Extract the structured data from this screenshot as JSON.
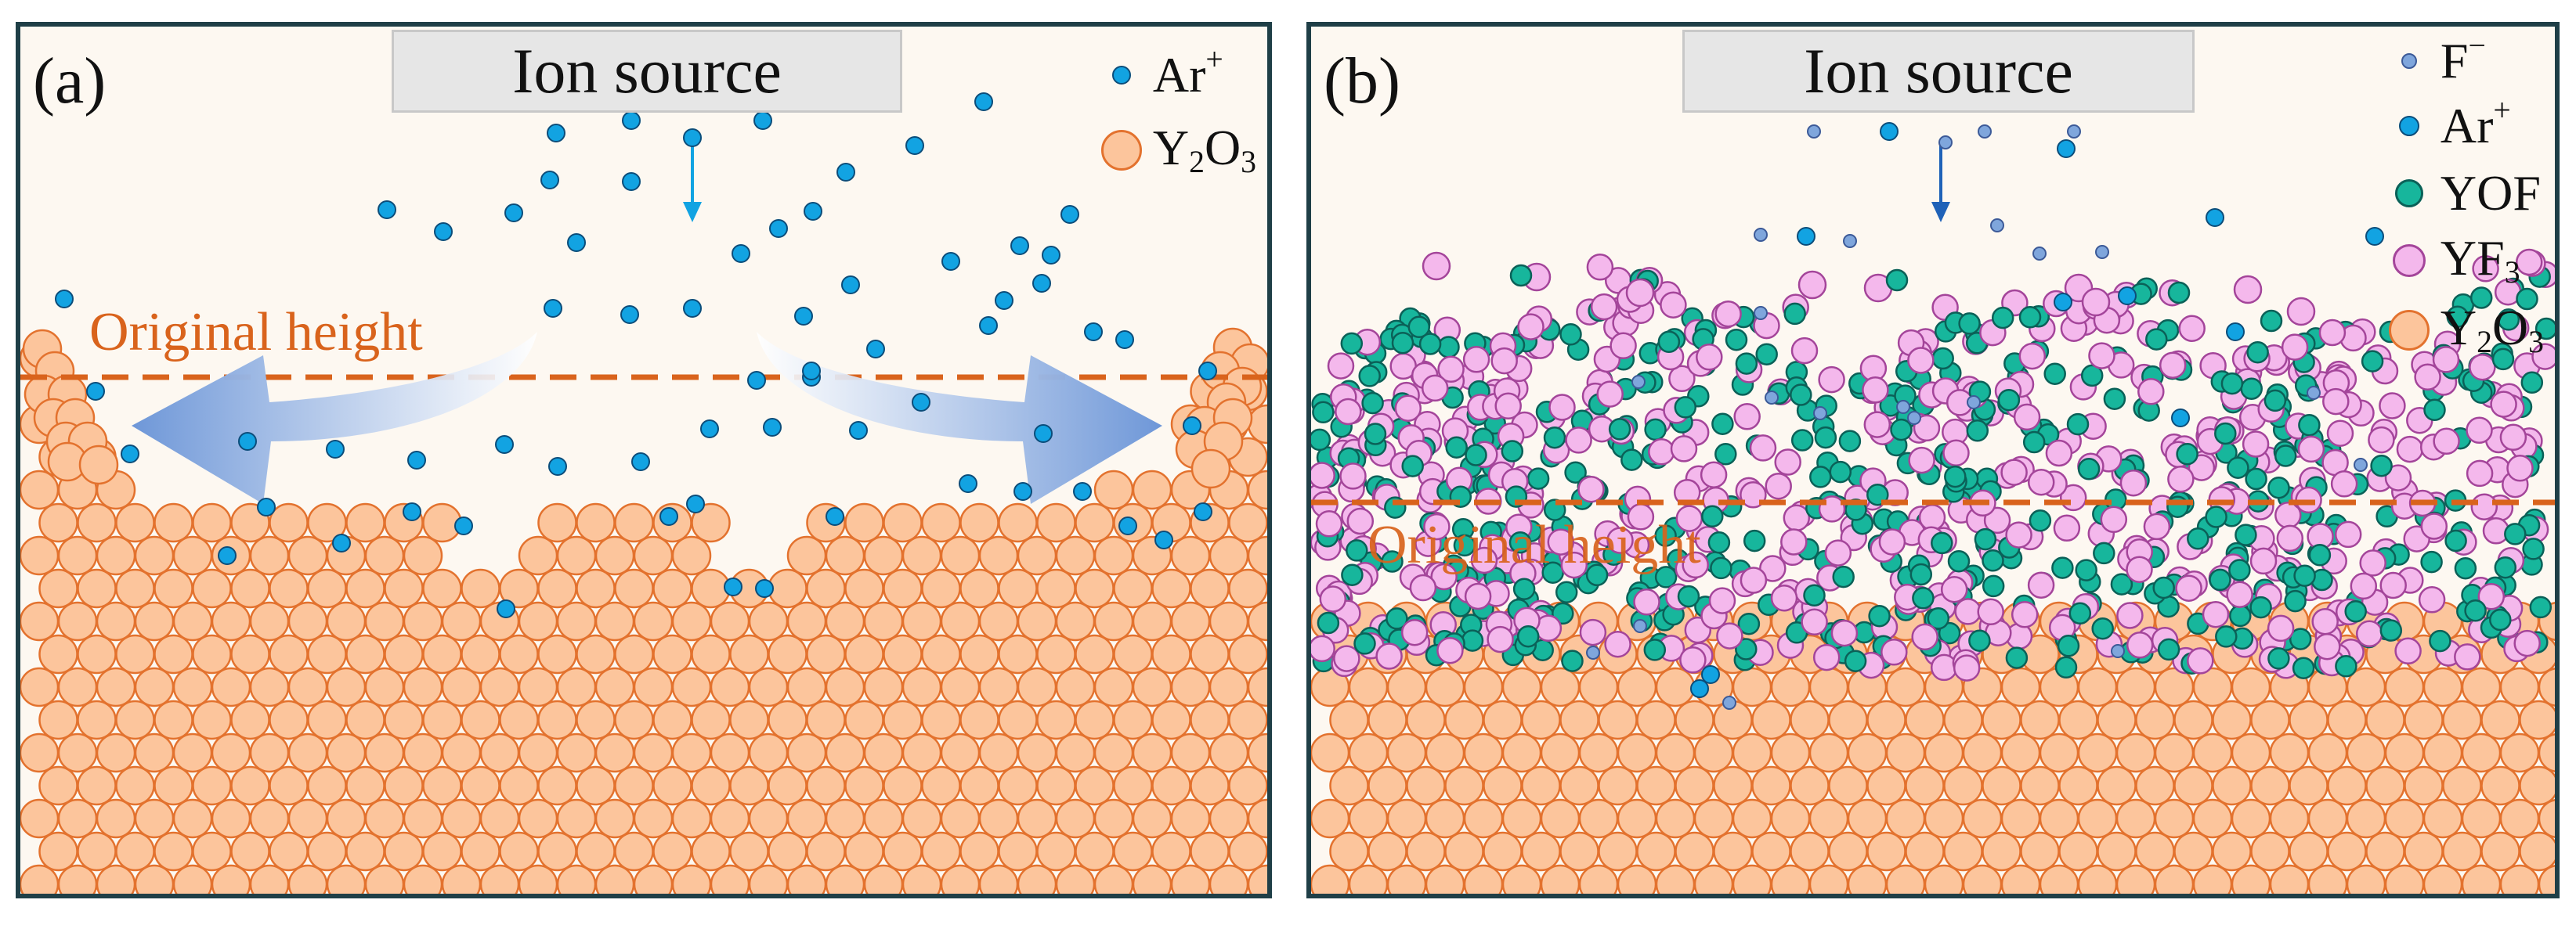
{
  "panel_a": {
    "label": "(a)",
    "source_label": "Ion source",
    "original_height_label": "Original height",
    "legend": [
      {
        "name": "Ar",
        "sup": "+",
        "sub": "",
        "tail": ""
      },
      {
        "name": "Y",
        "sub": "2",
        "mid": "O",
        "sub2": "3"
      }
    ]
  },
  "panel_b": {
    "label": "(b)",
    "source_label": "Ion source",
    "original_height_label": "Original height",
    "legend": [
      {
        "name": "F",
        "sup": "−"
      },
      {
        "name": "Ar",
        "sup": "+"
      },
      {
        "name": "YOF"
      },
      {
        "name": "YF",
        "sub": "3"
      },
      {
        "name": "Y",
        "sub": "2",
        "mid": "O",
        "sub2": "3"
      }
    ]
  },
  "colors": {
    "frame": "#1f3f47",
    "background": "#fdf8f1",
    "y2o3_fill": "#fcc59c",
    "y2o3_stroke": "#e3722e",
    "ar_fill": "#12a3e2",
    "ar_stroke": "#0c4d7a",
    "f_fill": "#7fa6dc",
    "f_stroke": "#3c5a98",
    "yof_fill": "#17b69c",
    "yof_stroke": "#0b6158",
    "yf3_fill": "#f4b8ec",
    "yf3_stroke": "#a4459a",
    "original_height": "#d9631c",
    "arrow": "#6e97d8"
  }
}
